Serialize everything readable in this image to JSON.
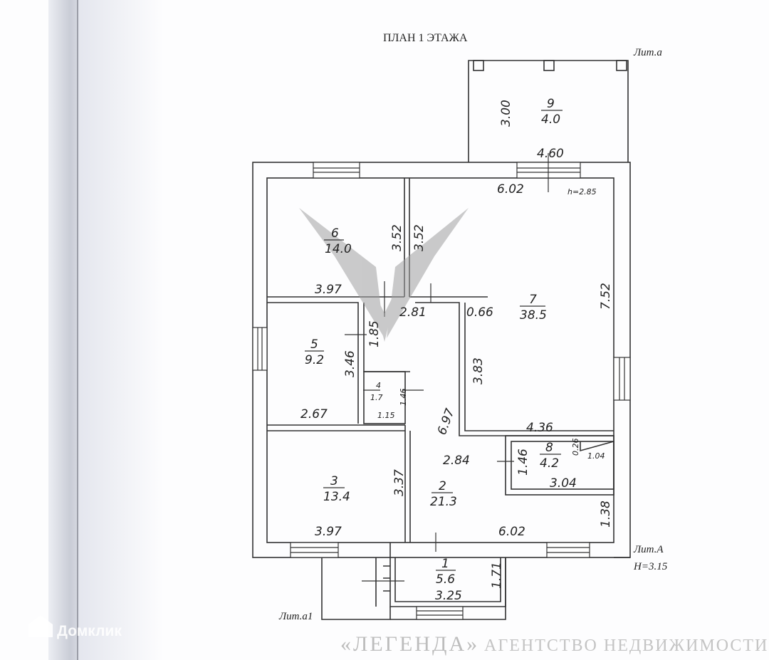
{
  "title": "ПЛАН 1 ЭТАЖА",
  "labels": {
    "lit_a": "Лит.а",
    "lit_a1": "Лит.а1",
    "lit_A": "Лит.А",
    "height_A": "H=3.15",
    "ceiling": "h=2.85"
  },
  "rooms": [
    {
      "num": "1",
      "area": "5.6"
    },
    {
      "num": "2",
      "area": "21.3"
    },
    {
      "num": "3",
      "area": "13.4"
    },
    {
      "num": "4",
      "area": "1.7"
    },
    {
      "num": "5",
      "area": "9.2"
    },
    {
      "num": "6",
      "area": "14.0"
    },
    {
      "num": "7",
      "area": "38.5"
    },
    {
      "num": "8",
      "area": "4.2"
    },
    {
      "num": "9",
      "area": "4.0"
    }
  ],
  "dims": [
    "3.00",
    "4.60",
    "6.02",
    "3.52",
    "3.52",
    "3.97",
    "2.81",
    "0.66",
    "7.52",
    "1.85",
    "3.46",
    "3.83",
    "1.46",
    "2.67",
    "1.15",
    "6.97",
    "4.36",
    "2.84",
    "1.46",
    "0.26",
    "1.04",
    "3.04",
    "3.37",
    "1.38",
    "3.97",
    "6.02",
    "1.71",
    "3.25"
  ],
  "watermark": {
    "line1": "«ЛЕГЕНДА»",
    "line2": "АГЕНТСТВО НЕДВИЖИМОСТИ"
  },
  "brand": "Домклик"
}
